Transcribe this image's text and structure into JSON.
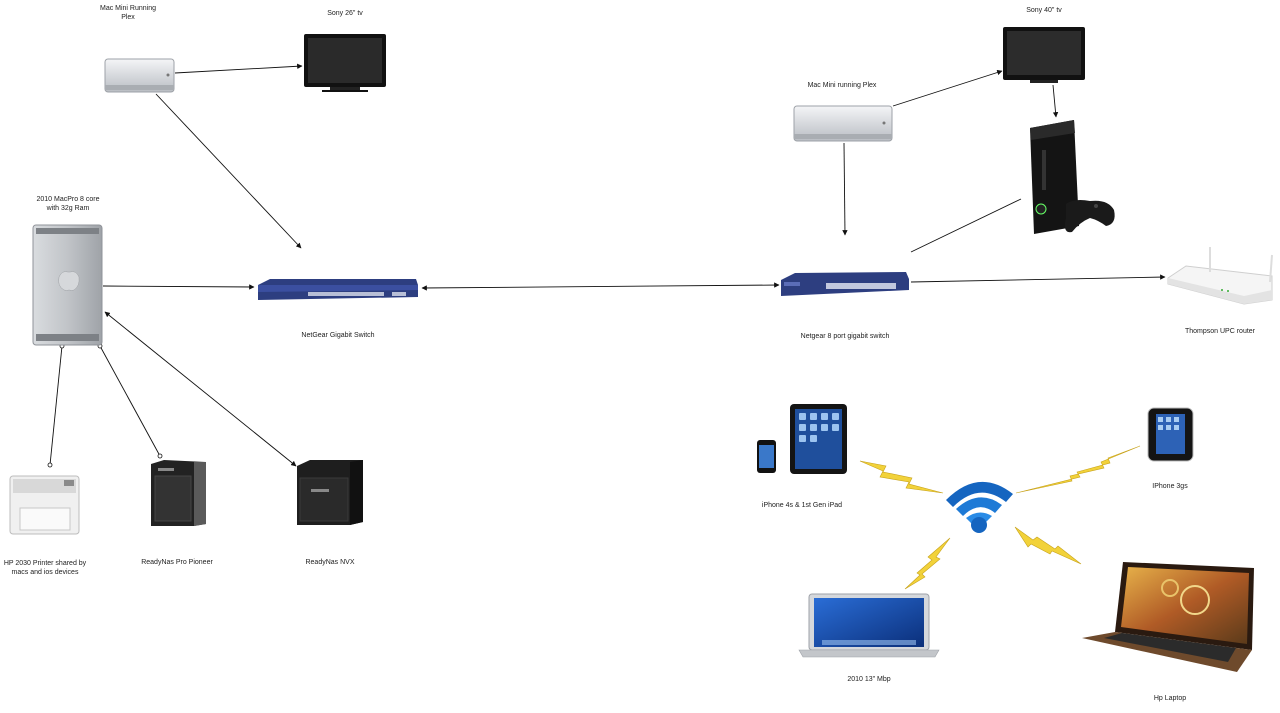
{
  "labels": {
    "mac_mini_1": "Mac Mini Running\nPlex",
    "sony_26": "Sony 26\" tv",
    "sony_40": "Sony 40\" tv",
    "mac_mini_2": "Mac Mini running Plex",
    "macpro": "2010 MacPro 8 core\nwith 32g Ram",
    "netgear_switch": "NetGear Gigabit Switch",
    "netgear_8port": "Netgear 8 port gigabit switch",
    "thompson_router": "Thompson UPC router",
    "hp_printer": "HP 2030 Printer shared by\nmacs and ios devices",
    "readynas_pro": "ReadyNas Pro Pioneer",
    "readynas_nvx": "ReadyNas NVX",
    "iphone4s_ipad": "iPhone 4s & 1st Gen iPad",
    "iphone3gs": "IPhone 3gs",
    "mbp": "2010 13\" Mbp",
    "hp_laptop": "Hp Laptop"
  },
  "colors": {
    "switch_blue": "#2d3e80",
    "wifi_blue": "#1565c0",
    "bolt_yellow": "#f2d23a",
    "aluminum": "#c8ccd1"
  }
}
